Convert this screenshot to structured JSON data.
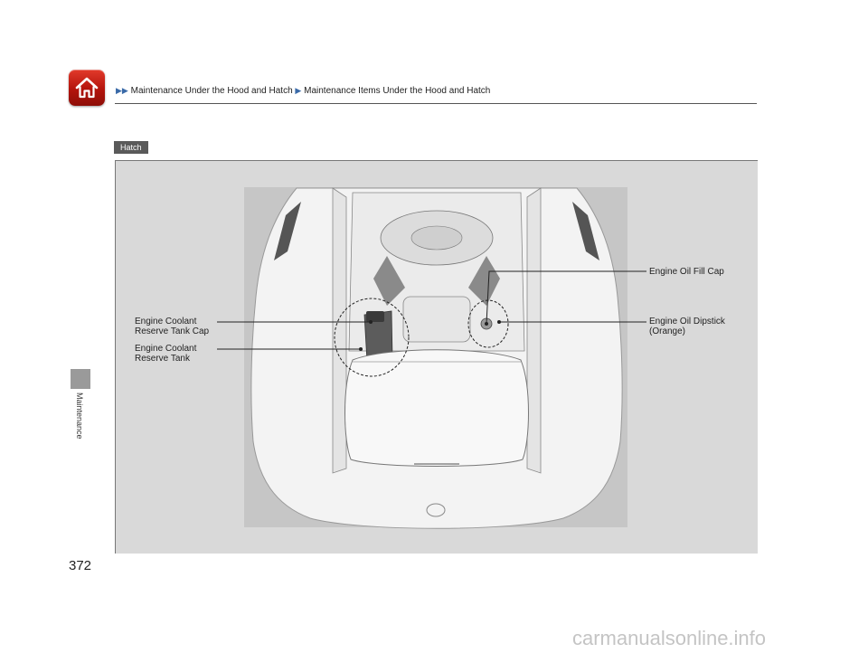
{
  "header": {
    "home_icon": "home-icon",
    "breadcrumb": {
      "arrow": "▶",
      "level1": "Maintenance Under the Hood and Hatch",
      "level2": "Maintenance Items Under the Hood and Hatch"
    }
  },
  "sidebar": {
    "section_label": "Maintenance"
  },
  "page": {
    "number": "372"
  },
  "figure": {
    "tag": "Hatch",
    "callouts": {
      "coolant_cap": "Engine Coolant\nReserve Tank Cap",
      "coolant_tank": "Engine Coolant\nReserve Tank",
      "oil_fill_cap": "Engine Oil Fill Cap",
      "oil_dipstick": "Engine Oil Dipstick\n(Orange)"
    }
  },
  "footer": {
    "watermark": "carmanualsonline.info"
  },
  "colors": {
    "home_button": "#c4180e",
    "breadcrumb_arrow": "#3a6aa8",
    "panel_bg": "#d9d9d9",
    "tag_bg": "#5a5a5a"
  }
}
